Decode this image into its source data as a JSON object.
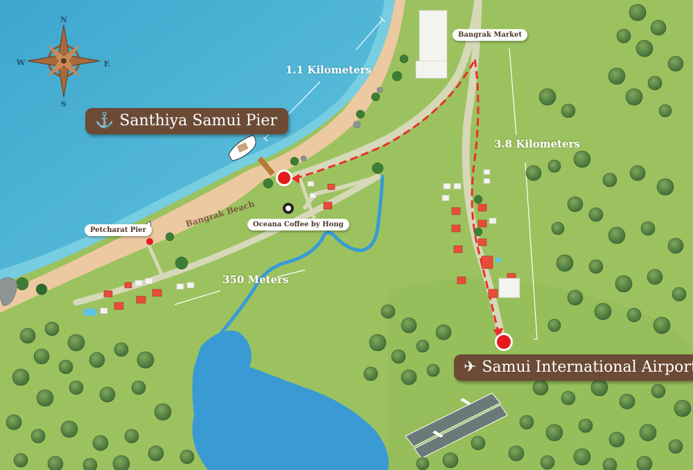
{
  "labels": {
    "pier": "Santhiya Samui Pier",
    "airport": "Samui International Airport",
    "market": "Bangrak Market",
    "petcharat": "Petcharat Pier",
    "coffee": "Oceana Coffee by Hong",
    "beach": "Bangrak Beach"
  },
  "distances": {
    "beach_to_market": "1.1 Kilometers",
    "market_to_airport": "3.8 Kilometers",
    "petcharat_to_coffee": "350 Meters"
  },
  "compass": {
    "n": "N",
    "s": "S",
    "e": "E",
    "w": "W"
  },
  "icons": {
    "pier": "anchor-icon",
    "airport": "airplane-icon"
  },
  "colors": {
    "sea": "#4fb8d8",
    "land": "#9cc25f",
    "sand": "#ecc9a0",
    "road": "#d6d8b8",
    "route": "#e8302a",
    "label_brown": "#6b4a36",
    "lake": "#3a9ad4"
  }
}
